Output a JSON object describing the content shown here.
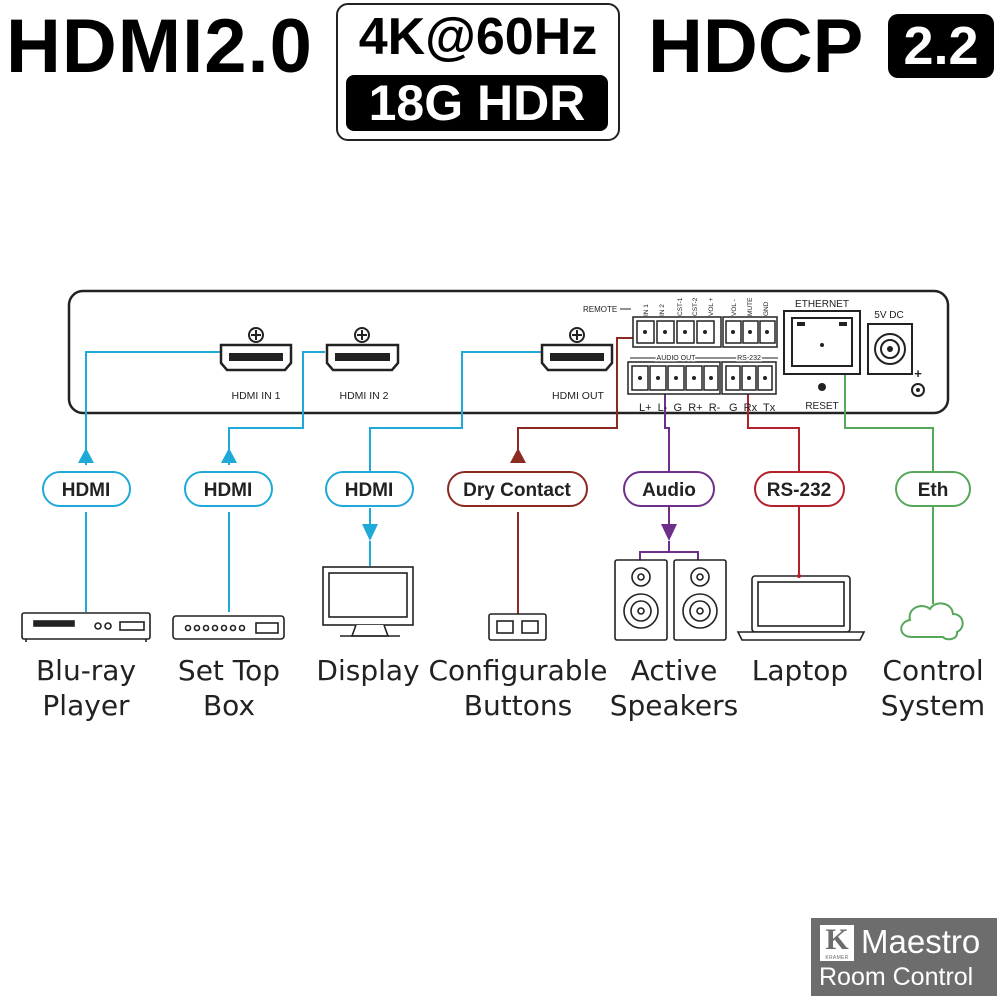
{
  "header": {
    "hdmi": "HDMI2.0",
    "res_top": "4K@60Hz",
    "res_bottom": "18G HDR",
    "hdcp": "HDCP",
    "hdcp_version": "2.2"
  },
  "panel": {
    "hdmi_in1": "HDMI  IN 1",
    "hdmi_in2": "HDMI  IN 2",
    "hdmi_out": "HDMI  OUT",
    "remote": "REMOTE",
    "remote_pins": [
      "IN 1",
      "IN 2",
      "CST-1",
      "CST-2",
      "VOL +",
      "VOL -",
      "MUTE",
      "GND"
    ],
    "audio_out": "AUDIO OUT",
    "rs232": "RS-232",
    "audio_pins": "L+  L-  G  R+  R-",
    "rs232_pins": "G  Rx  Tx",
    "ethernet": "ETHERNET",
    "power": "5V DC",
    "reset": "RESET",
    "plus": "+"
  },
  "connections": [
    {
      "label": "HDMI",
      "color": "#1fa9d8"
    },
    {
      "label": "HDMI",
      "color": "#1fa9d8"
    },
    {
      "label": "HDMI",
      "color": "#1fa9d8"
    },
    {
      "label": "Dry Contact",
      "color": "#8c2a22"
    },
    {
      "label": "Audio",
      "color": "#6e2f8a"
    },
    {
      "label": "RS-232",
      "color": "#b3212d"
    },
    {
      "label": "Eth",
      "color": "#55a85a"
    }
  ],
  "devices": [
    {
      "line1": "Blu-ray",
      "line2": "Player",
      "icon": "bluray-player-icon"
    },
    {
      "line1": "Set Top",
      "line2": "Box",
      "icon": "set-top-box-icon"
    },
    {
      "line1": "Display",
      "line2": "",
      "icon": "display-icon"
    },
    {
      "line1": "Configurable",
      "line2": "Buttons",
      "icon": "buttons-icon"
    },
    {
      "line1": "Active",
      "line2": "Speakers",
      "icon": "speakers-icon"
    },
    {
      "line1": "Laptop",
      "line2": "",
      "icon": "laptop-icon"
    },
    {
      "line1": "Control",
      "line2": "System",
      "icon": "cloud-icon"
    }
  ],
  "brand": {
    "name": "Maestro",
    "sub": "Room Control",
    "logo_text": "KRAMER"
  }
}
